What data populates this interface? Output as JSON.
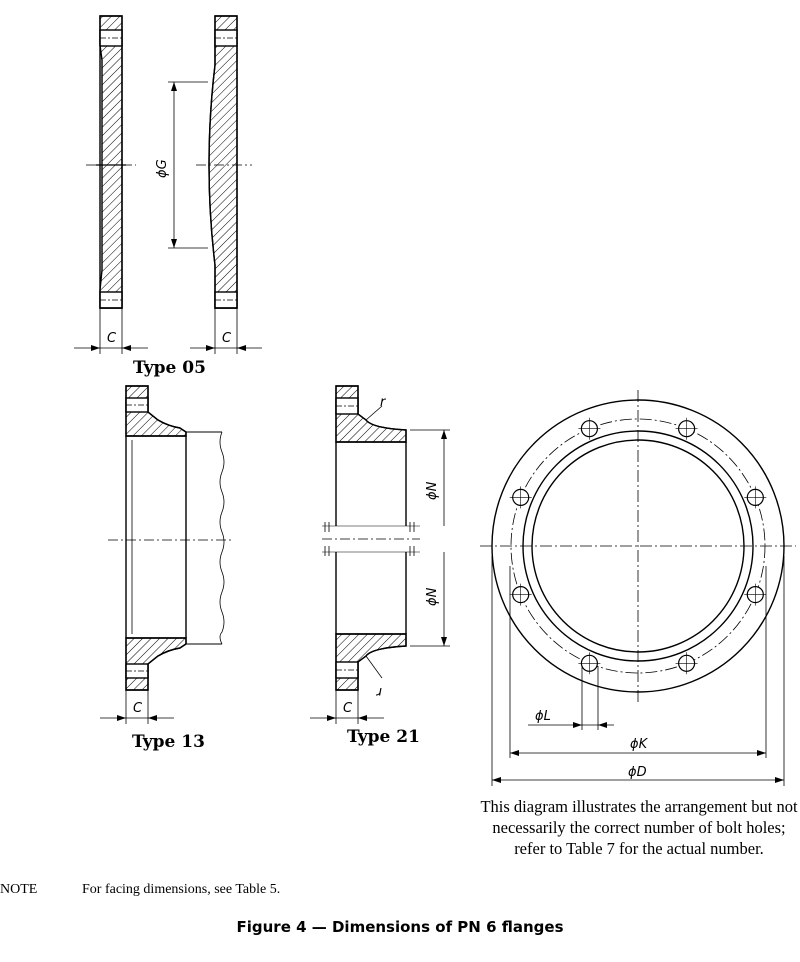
{
  "figure": {
    "title": "Figure 4 — Dimensions of PN 6 flanges",
    "note_label": "NOTE",
    "note_text": "For facing dimensions, see Table 5.",
    "caption": "This diagram illustrates the arrangement but not necessarily the correct number of bolt holes; refer to Table 7 for the actual number."
  },
  "types": {
    "type05": "Type 05",
    "type13": "Type 13",
    "type21": "Type 21"
  },
  "dimensions": {
    "c": "C",
    "g": "ϕG",
    "n": "ϕN",
    "r": "r",
    "l": "ϕL",
    "k": "ϕK",
    "d": "ϕD"
  },
  "plan_view": {
    "bolt_hole_count": 8
  }
}
